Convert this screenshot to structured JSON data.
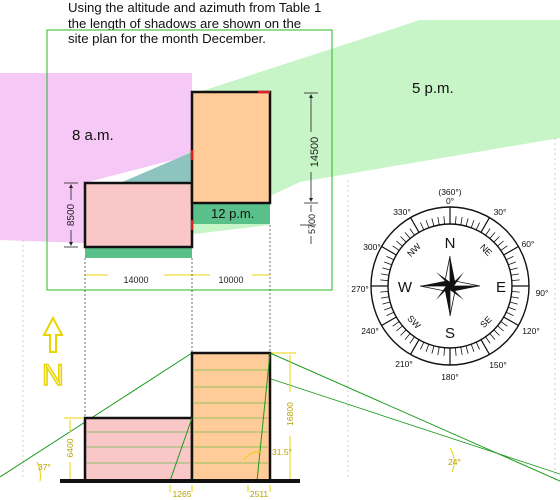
{
  "intro_lines": [
    "Using the altitude and azimuth from Table 1",
    "the length of shadows are shown on the",
    "site plan for the month December."
  ],
  "site_plan": {
    "time_labels": [
      "8 a.m.",
      "5 p.m.",
      "12 p.m."
    ],
    "dimensions": {
      "width_left": "14000",
      "width_right": "10000",
      "height_left": "8500",
      "height_right": "14500",
      "shadow_depth": "5700"
    }
  },
  "compass": {
    "top_label": "(360°)",
    "cardinals": {
      "n": "N",
      "s": "S",
      "e": "E",
      "w": "W"
    },
    "intercardinals": {
      "ne": "NE",
      "nw": "NW",
      "se": "SE",
      "sw": "SW"
    },
    "degrees": {
      "d0": "0°",
      "d30": "30°",
      "d60": "60°",
      "d90": "90°",
      "d120": "120°",
      "d150": "150°",
      "d180": "180°",
      "d210": "210°",
      "d240": "240°",
      "d270": "270°",
      "d300": "300°",
      "d330": "330°"
    }
  },
  "north_arrow_label": "N",
  "elevation": {
    "height_left": "6400",
    "height_right": "16800",
    "angle_left": "37°",
    "angle_mid": "31.5°",
    "angle_right": "24°",
    "base_left": "1265",
    "base_right": "2511"
  },
  "colors": {
    "shadow_morning": "#f5c8f5",
    "shadow_evening": "#c8f5c8",
    "shadow_noon": "#5ac08a",
    "overlap": "#8ec4c0",
    "building_low": "#f9c7c7",
    "building_high": "#ffcc99",
    "guide_green": "#22bb22",
    "dim_yellow": "#e8d400"
  }
}
